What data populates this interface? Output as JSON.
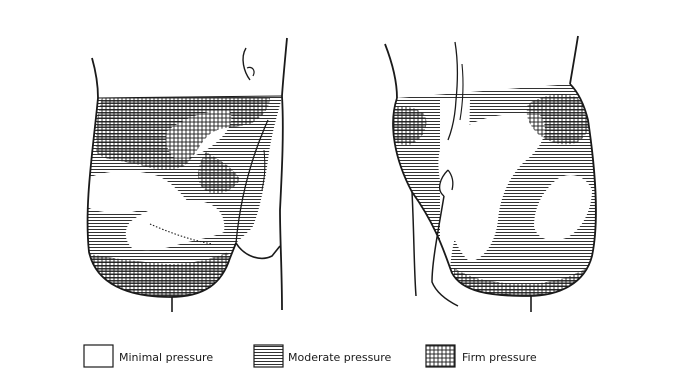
{
  "legend": [
    {
      "label": "Minimal pressure",
      "pattern": "none"
    },
    {
      "label": "Moderate pressure",
      "pattern": "horizontal-lines"
    },
    {
      "label": "Firm pressure",
      "pattern": "crosshatch"
    }
  ],
  "colors": {
    "ink": "#1a1a1a",
    "paper": "#ffffff"
  }
}
